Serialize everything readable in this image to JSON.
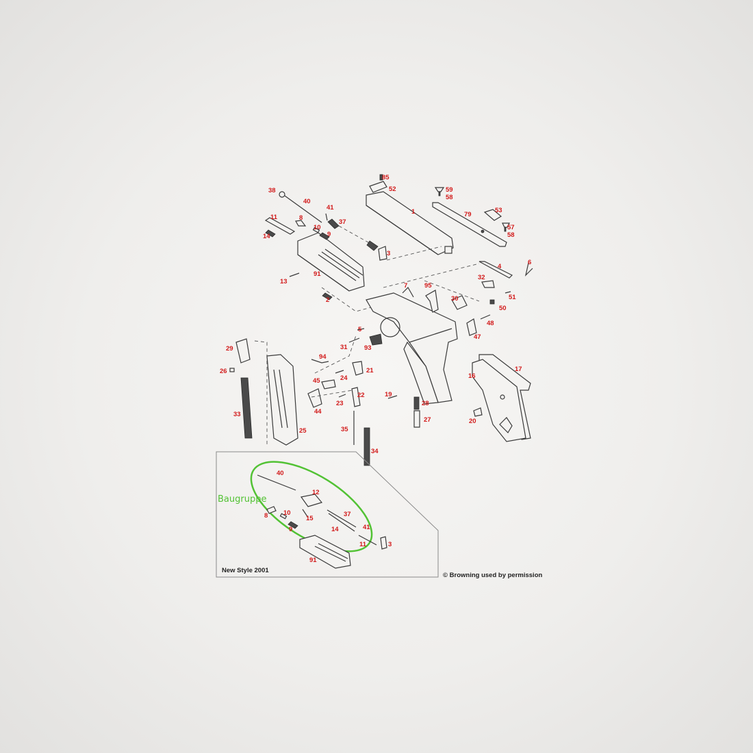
{
  "labels": {
    "p85": "85",
    "p52": "52",
    "p38": "38",
    "p40": "40",
    "p41": "41",
    "p37": "37",
    "p1": "1",
    "p59": "59",
    "p58a": "58",
    "p79": "79",
    "p53": "53",
    "p57": "57",
    "p58b": "58",
    "p11": "11",
    "p8": "8",
    "p10": "10",
    "p9": "9",
    "p14": "14",
    "p3": "3",
    "p13": "13",
    "p91": "91",
    "p4": "4",
    "p6": "6",
    "p32": "32",
    "p7": "7",
    "p95": "95",
    "p2": "2",
    "p30": "30",
    "p51": "51",
    "p50": "50",
    "p48": "48",
    "p47": "47",
    "p5": "5",
    "p31": "31",
    "p93": "93",
    "p29": "29",
    "p26": "26",
    "p94": "94",
    "p24": "24",
    "p21": "21",
    "p17": "17",
    "p16": "16",
    "p45": "45",
    "p22": "22",
    "p19": "19",
    "p23": "23",
    "p28": "28",
    "p44": "44",
    "p33": "33",
    "p25": "25",
    "p27": "27",
    "p20": "20",
    "p35": "35",
    "p34": "34"
  },
  "inset": {
    "group_label": "Baugruppe",
    "labels": {
      "i40": "40",
      "i12": "12",
      "i10": "10",
      "i8": "8",
      "i15": "15",
      "i37": "37",
      "i9": "9",
      "i14": "14",
      "i41": "41",
      "i11": "11",
      "i3": "3",
      "i91": "91"
    },
    "caption": "New Style 2001"
  },
  "copyright": "© Browning used by permission",
  "colors": {
    "numbers": "#d21a1a",
    "highlight": "#52c234",
    "line": "#3a3a3a"
  }
}
